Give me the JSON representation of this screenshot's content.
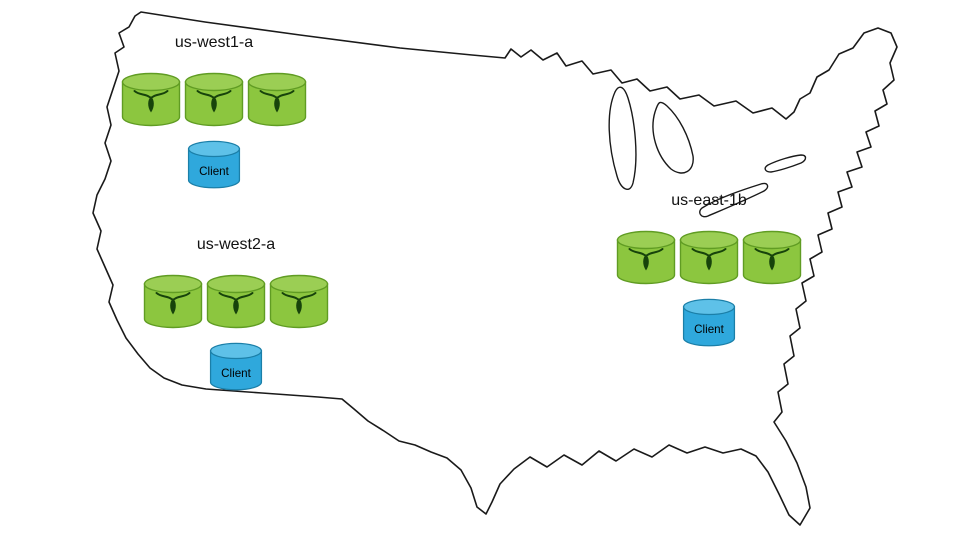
{
  "diagram": {
    "type": "deployment-topology-map",
    "map": "continental-united-states-outline",
    "regions": [
      {
        "label": "us-west1-a",
        "node_count": 3,
        "client_label": "Client"
      },
      {
        "label": "us-west2-a",
        "node_count": 3,
        "client_label": "Client"
      },
      {
        "label": "us-east-1b",
        "node_count": 3,
        "client_label": "Client"
      }
    ],
    "icons": {
      "node": "cockroachdb-database-cylinder",
      "client": "client-database-cylinder"
    },
    "colors": {
      "node_green": "#8CC63F",
      "node_green_top": "#9BCE54",
      "node_stroke": "#609C23",
      "roach_glyph": "#17430B",
      "client_blue": "#2FA8DC",
      "client_blue_top": "#5EC1E8",
      "client_stroke": "#1B7FA8",
      "map_outline": "#1A1A1A",
      "background": "#FFFFFF",
      "label_text": "#111111"
    }
  }
}
